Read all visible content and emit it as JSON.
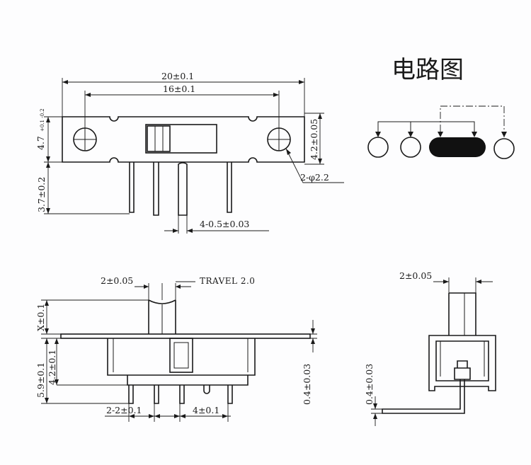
{
  "title": "电路图",
  "top_view": {
    "dim_overall_width": "20±0.1",
    "dim_hole_pitch": "16±0.1",
    "dim_body_height": "4.7",
    "dim_body_height_tol": "+0.1 -0.2",
    "dim_slot_height": "4.2±0.05",
    "dim_pin_length": "3.7±0.2",
    "dim_pin_width": "4-0.5±0.03",
    "dim_hole_dia": "2-φ2.2"
  },
  "front_view": {
    "dim_actuator_width": "2±0.05",
    "travel": "TRAVEL 2.0",
    "dim_actuator_height": "X±0.1",
    "dim_total_height": "5.9±0.1",
    "dim_body_h": "4.2±0.1",
    "dim_plate_thk": "0.4±0.03",
    "dim_pin_pitch_left": "2-2±0.1",
    "dim_pin_pitch_right": "4±0.1"
  },
  "side_view": {
    "dim_actuator_width": "2±0.05",
    "dim_plate_thk": "0.4±0.03"
  },
  "colors": {
    "ink": "#1a1a1a",
    "paper": "#fdfdfe",
    "fill_dark": "#111111"
  }
}
